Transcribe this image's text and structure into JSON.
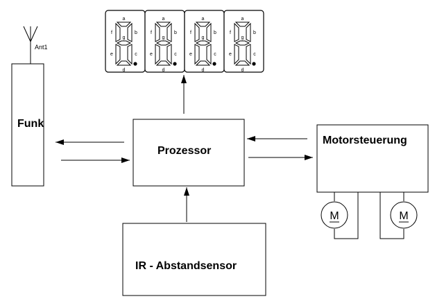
{
  "blocks": {
    "funk": "Funk",
    "prozessor": "Prozessor",
    "motorsteuerung": "Motorsteuerung",
    "ir_sensor": "IR - Abstandsensor"
  },
  "antenna": {
    "label": "Ant1"
  },
  "display": {
    "digit_count": 4,
    "segment_labels": [
      "a",
      "b",
      "c",
      "d",
      "e",
      "f",
      "g"
    ]
  },
  "motors": {
    "symbol_label": "M",
    "count": 2
  }
}
